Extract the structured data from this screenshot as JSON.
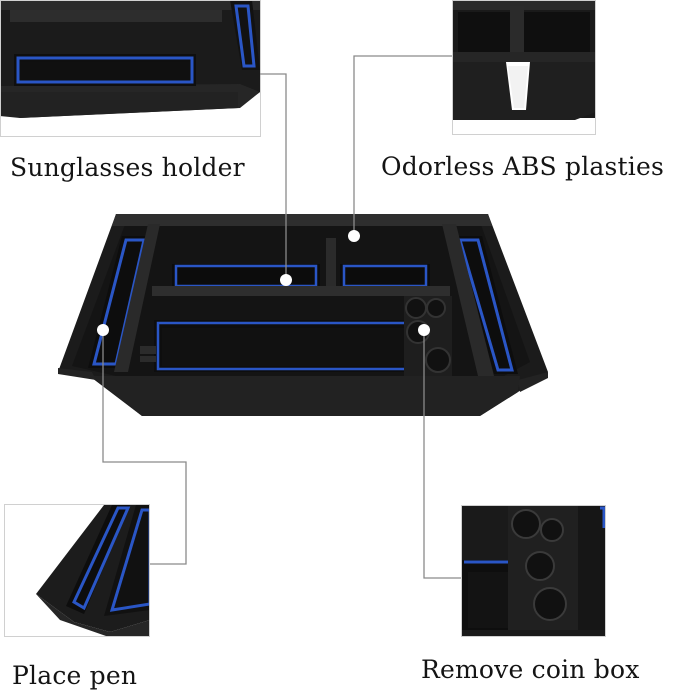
{
  "callouts": {
    "sunglasses_holder": "Sunglasses holder",
    "odorless_abs": "Odorless ABS plasties",
    "place_pen": "Place pen",
    "remove_coin_box": "Remove coin box"
  },
  "colors": {
    "tray_black": "#1c1c1c",
    "tray_dark": "#0e0e0e",
    "liner_blue": "#2a56c6",
    "leader_line": "#8a8a8a",
    "frame_border": "#cfcfcf",
    "text": "#141414"
  }
}
